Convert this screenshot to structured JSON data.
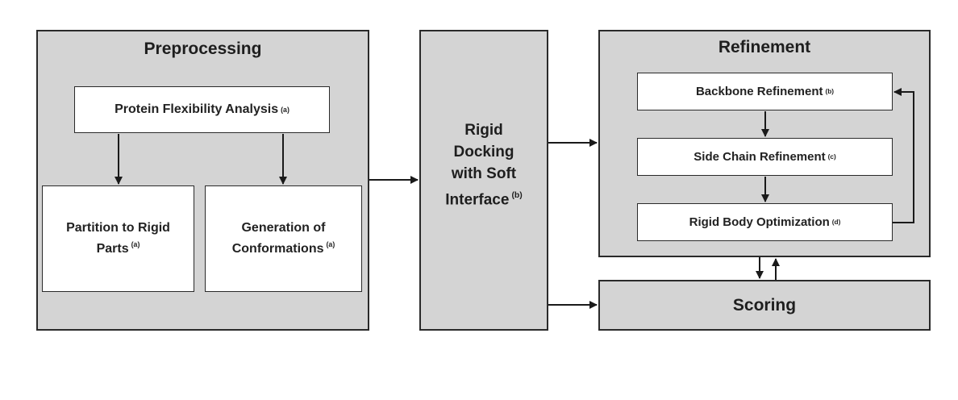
{
  "preprocessing": {
    "title": "Preprocessing",
    "flexibility": {
      "label": "Protein Flexibility Analysis",
      "note": "(a)"
    },
    "partition": {
      "line1": "Partition to Rigid",
      "line2": "Parts",
      "note": "(a)"
    },
    "generation": {
      "line1": "Generation of",
      "line2": "Conformations",
      "note": "(a)"
    }
  },
  "docking": {
    "line1": "Rigid",
    "line2": "Docking",
    "line3": "with Soft",
    "line4": "Interface",
    "note": "(b)"
  },
  "refinement": {
    "title": "Refinement",
    "backbone": {
      "label": "Backbone Refinement",
      "note": "(b)"
    },
    "sidechain": {
      "label": "Side Chain Refinement",
      "note": "(c)"
    },
    "rigidbody": {
      "label": "Rigid Body Optimization",
      "note": "(d)"
    }
  },
  "scoring": {
    "title": "Scoring"
  },
  "colors": {
    "panel": "#d4d4d4",
    "box": "#ffffff",
    "line": "#1a1a1a"
  }
}
